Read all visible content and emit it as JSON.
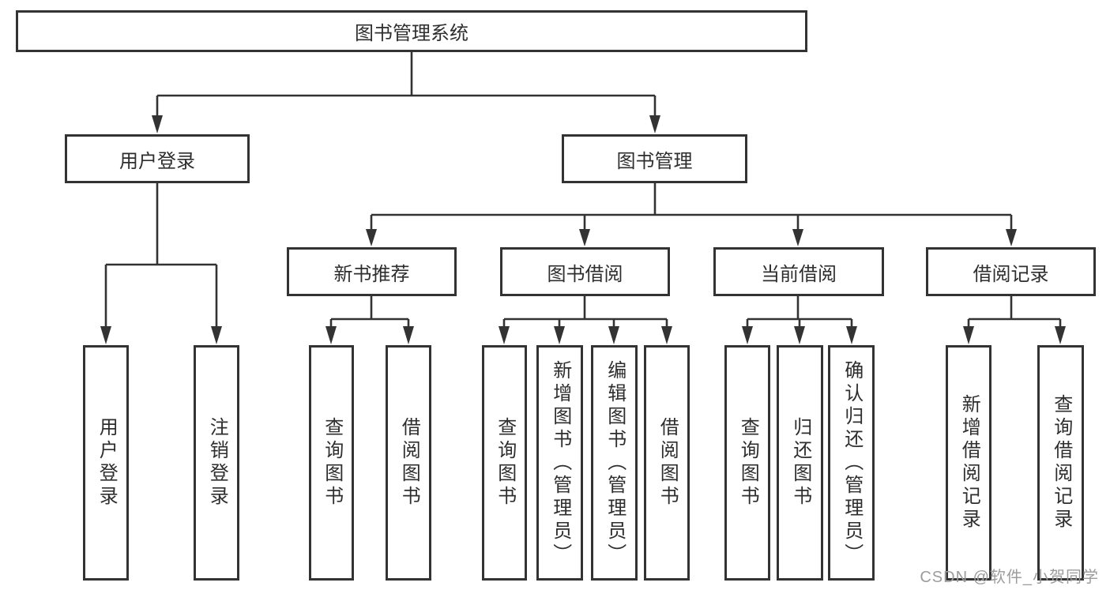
{
  "diagram": {
    "root": {
      "label": "图书管理系统"
    },
    "branches": [
      {
        "label": "用户登录",
        "children": [
          {
            "label": "用户登录"
          },
          {
            "label": "注销登录"
          }
        ]
      },
      {
        "label": "图书管理",
        "children": [
          {
            "label": "新书推荐",
            "children": [
              {
                "label": "查询图书"
              },
              {
                "label": "借阅图书"
              }
            ]
          },
          {
            "label": "图书借阅",
            "children": [
              {
                "label": "查询图书"
              },
              {
                "label": "新增图书（管理员）"
              },
              {
                "label": "编辑图书（管理员）"
              },
              {
                "label": "借阅图书"
              }
            ]
          },
          {
            "label": "当前借阅",
            "children": [
              {
                "label": "查询图书"
              },
              {
                "label": "归还图书"
              },
              {
                "label": "确认归还（管理员）"
              }
            ]
          },
          {
            "label": "借阅记录",
            "children": [
              {
                "label": "新增借阅记录"
              },
              {
                "label": "查询借阅记录"
              }
            ]
          }
        ]
      }
    ]
  },
  "watermark": {
    "text": "CSDN @软件_小贺同学"
  },
  "colors": {
    "line": "#333333",
    "text": "#2e2e2e",
    "watermark": "#9c9c9c",
    "background": "#ffffff"
  }
}
